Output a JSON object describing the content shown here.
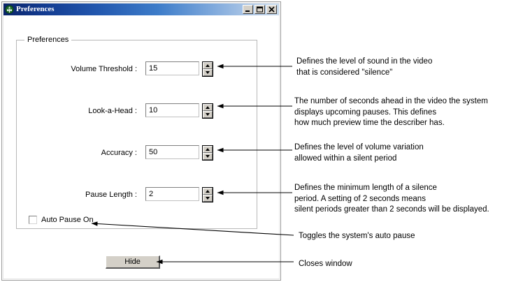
{
  "window": {
    "title": "Preferences",
    "icon": "app-icon",
    "controls": [
      {
        "name": "minimize",
        "icon": "minimize-icon"
      },
      {
        "name": "maximize",
        "icon": "maximize-icon"
      },
      {
        "name": "close",
        "icon": "close-icon"
      }
    ]
  },
  "groupbox": {
    "legend": "Preferences"
  },
  "fields": [
    {
      "label": "Volume Threshold :",
      "value": "15",
      "name": "volume-threshold"
    },
    {
      "label": "Look-a-Head :",
      "value": "10",
      "name": "look-a-head"
    },
    {
      "label": "Accuracy :",
      "value": "50",
      "name": "accuracy"
    },
    {
      "label": "Pause Length :",
      "value": "2",
      "name": "pause-length"
    }
  ],
  "checkbox": {
    "label": "Auto Pause On",
    "checked": false
  },
  "buttons": {
    "hide_label": "Hide"
  },
  "annotations": {
    "volume_threshold": "Defines the level of sound in the video\n that is considered \"silence\"",
    "look_a_head": "The number of seconds ahead in the video the system\ndisplays upcoming pauses. This defines\nhow much preview time the describer has.",
    "accuracy": "Defines the level of volume variation\nallowed within a silent period",
    "pause_length": "Defines the minimum length of a silence\nperiod. A setting of 2 seconds means\nsilent periods greater than 2 seconds will be displayed.",
    "auto_pause": "Toggles the system's auto pause",
    "hide_button": "Closes window"
  },
  "colors": {
    "titlebar_start": "#0a246a",
    "titlebar_end": "#c9dcee",
    "button_face": "#d4d0c8",
    "groupbox_border": "#b8b8b8",
    "text": "#000000"
  }
}
